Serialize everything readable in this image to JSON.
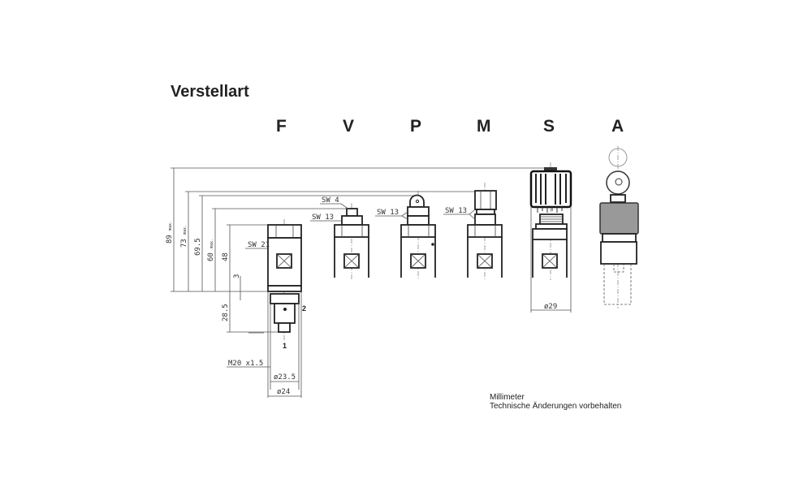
{
  "title": "Verstellart",
  "variants": [
    "F",
    "V",
    "P",
    "M",
    "S",
    "A"
  ],
  "dimensions": {
    "d89": "89",
    "d73": "73",
    "d69_5": "69.5",
    "d60": "60",
    "d48": "48",
    "d3": "3",
    "d28_5": "28.5",
    "max": "max.",
    "sw21": "SW 21",
    "sw4": "SW 4",
    "sw13_v": "SW 13",
    "sw13_p": "SW 13",
    "sw13_m": "SW 13",
    "thread": "M20 x1.5",
    "dia23_5": "ø23.5",
    "dia24": "ø24",
    "dia29": "ø29",
    "port1": "1",
    "port2": "2"
  },
  "notes": {
    "units": "Millimeter",
    "disclaimer": "Technische Änderungen vorbehalten"
  }
}
